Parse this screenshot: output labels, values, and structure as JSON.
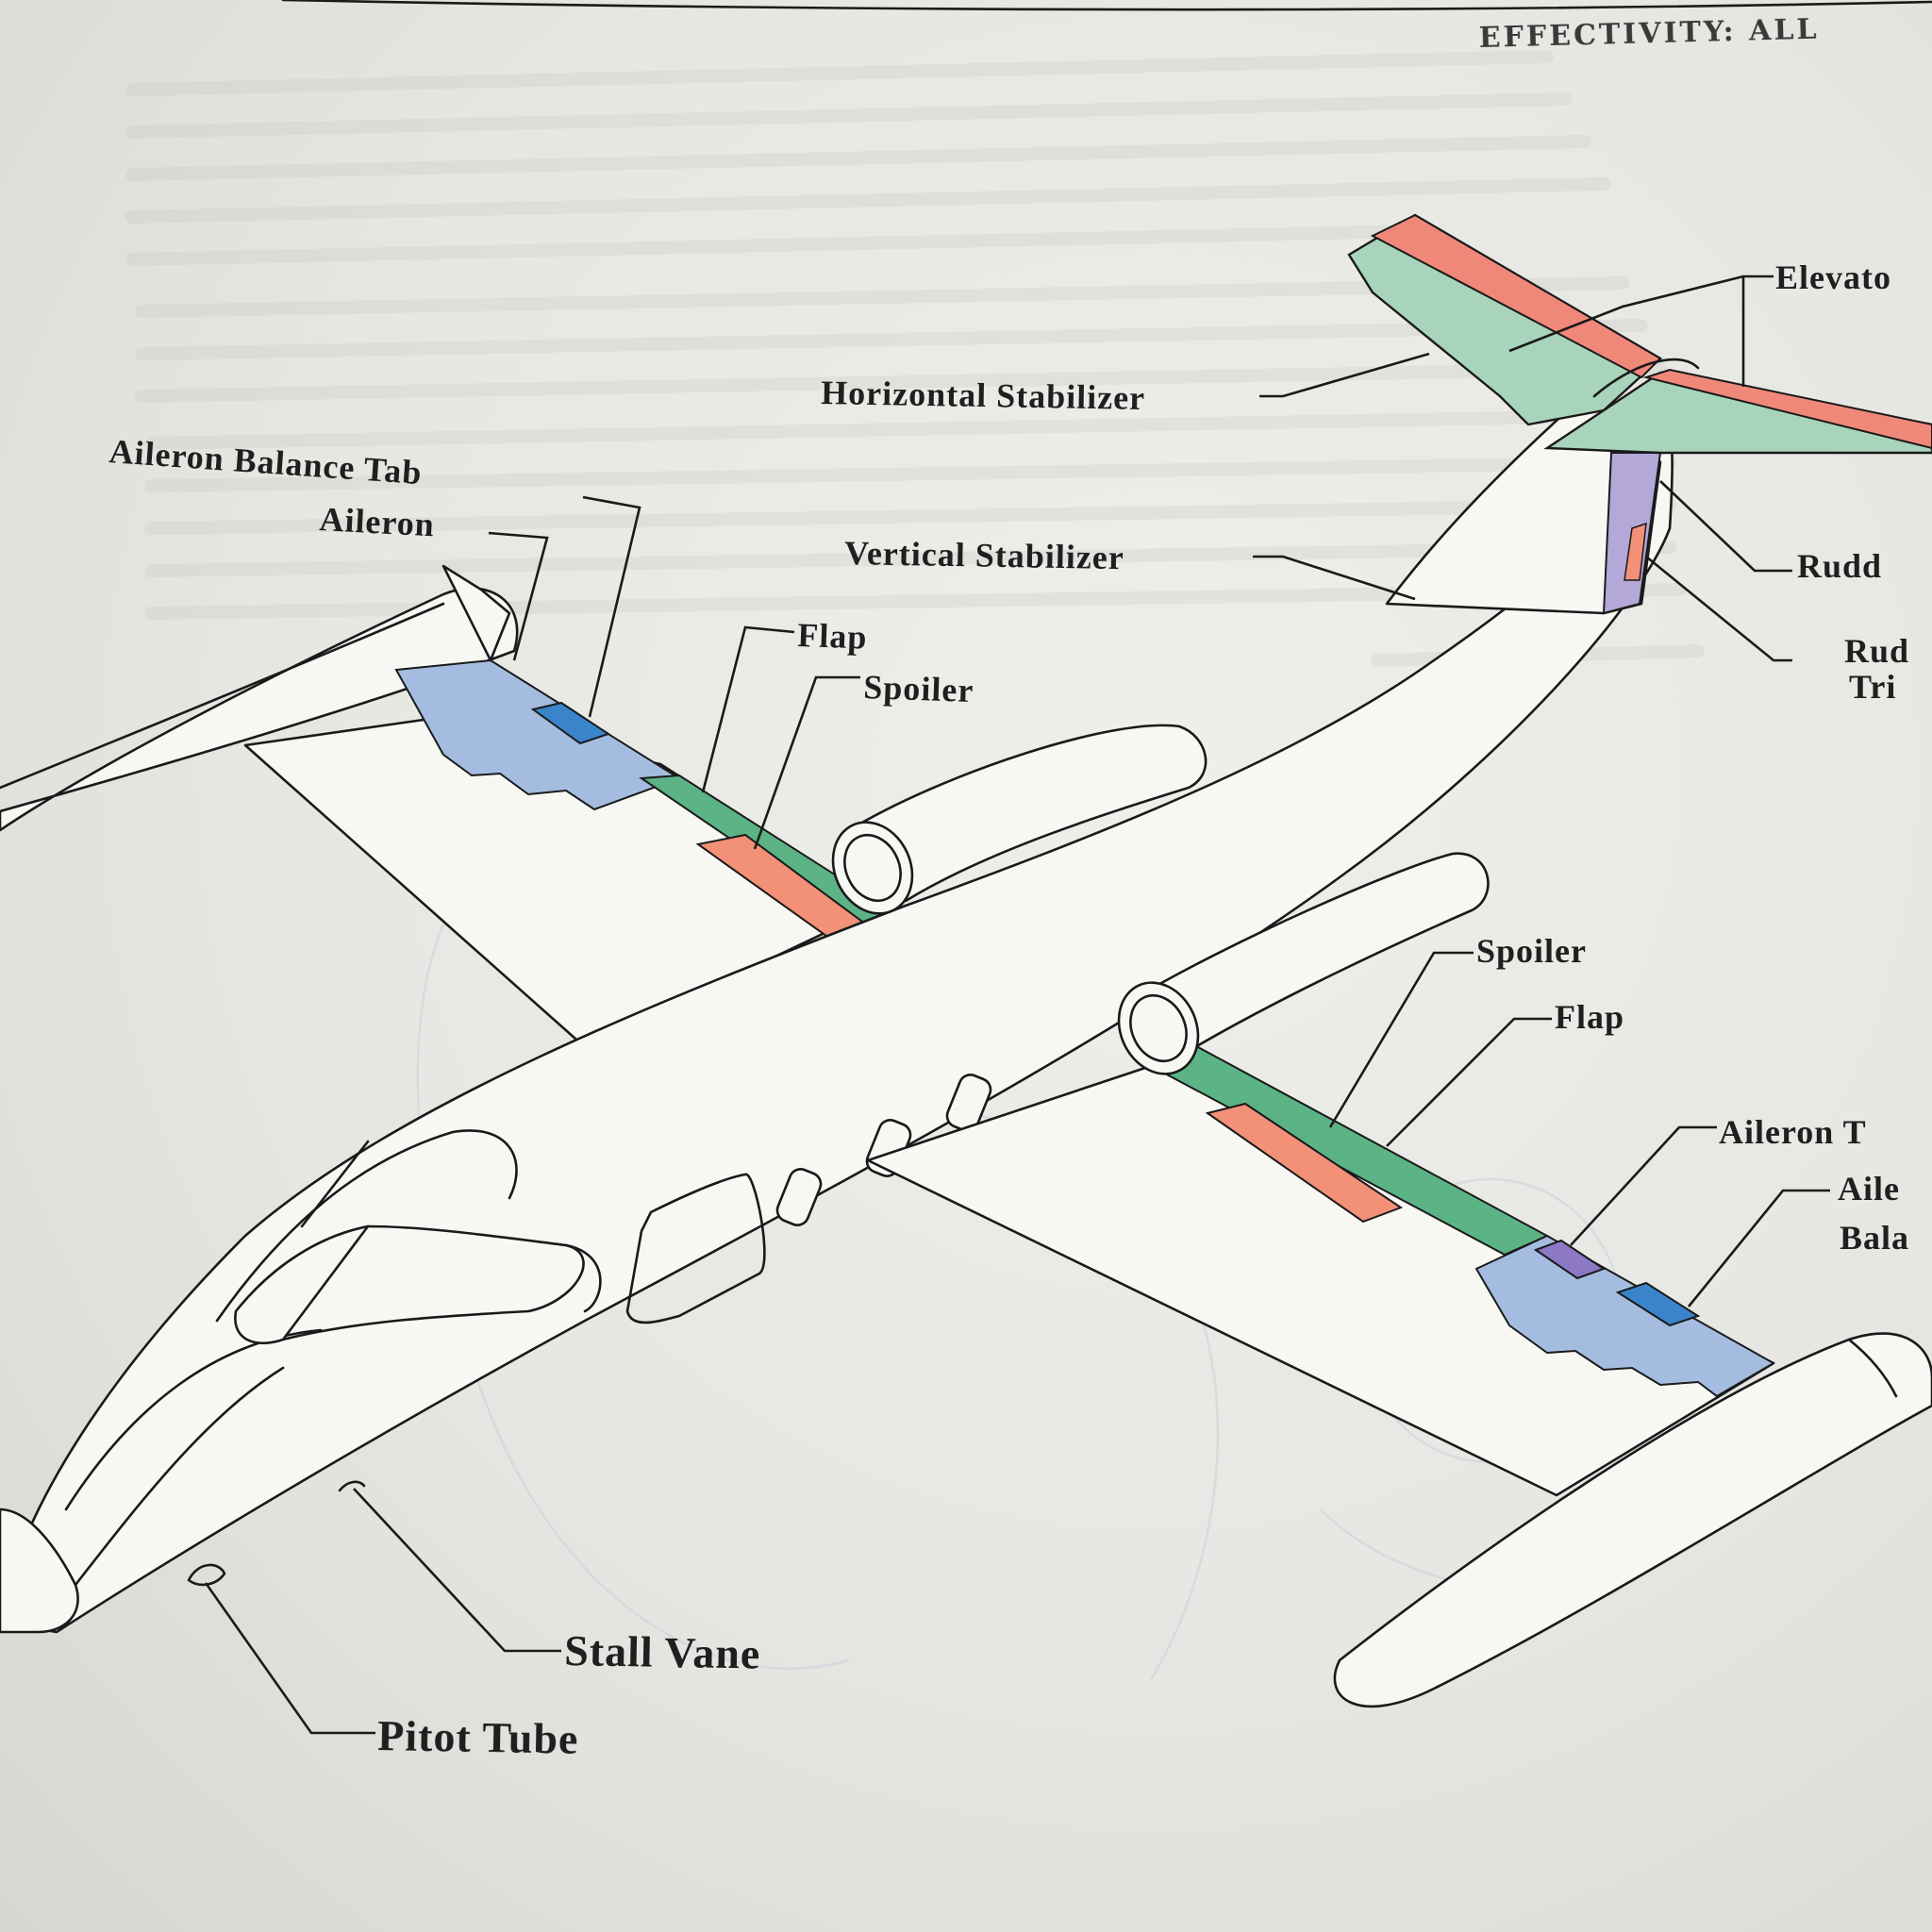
{
  "header": {
    "effectivity": "EFFECTIVITY: ALL"
  },
  "labels": {
    "elevator": "Elevato",
    "horizontal_stabilizer": "Horizontal Stabilizer",
    "aileron_balance_tab_left": "Aileron Balance Tab",
    "aileron_left": "Aileron",
    "vertical_stabilizer": "Vertical Stabilizer",
    "rudder": "Rudd",
    "rudder_trim_line1": "Rud",
    "rudder_trim_line2": "Tri",
    "flap_left": "Flap",
    "spoiler_left": "Spoiler",
    "spoiler_right": "Spoiler",
    "flap_right": "Flap",
    "aileron_right": "Aileron T",
    "aileron_balance_right_line1": "Aile",
    "aileron_balance_right_line2": "Bala",
    "stall_vane": "Stall Vane",
    "pitot_tube": "Pitot Tube"
  },
  "colors": {
    "stabilizer_green": "#a8d4bc",
    "elevator_red": "#f0887a",
    "rudder_purple": "#b4a8d8",
    "aileron_blue": "#a4bce0",
    "tab_blue": "#3a84cc",
    "flap_green": "#5cb486",
    "spoiler_red": "#f29078",
    "aileron_tab_purple": "#8c78c4"
  }
}
